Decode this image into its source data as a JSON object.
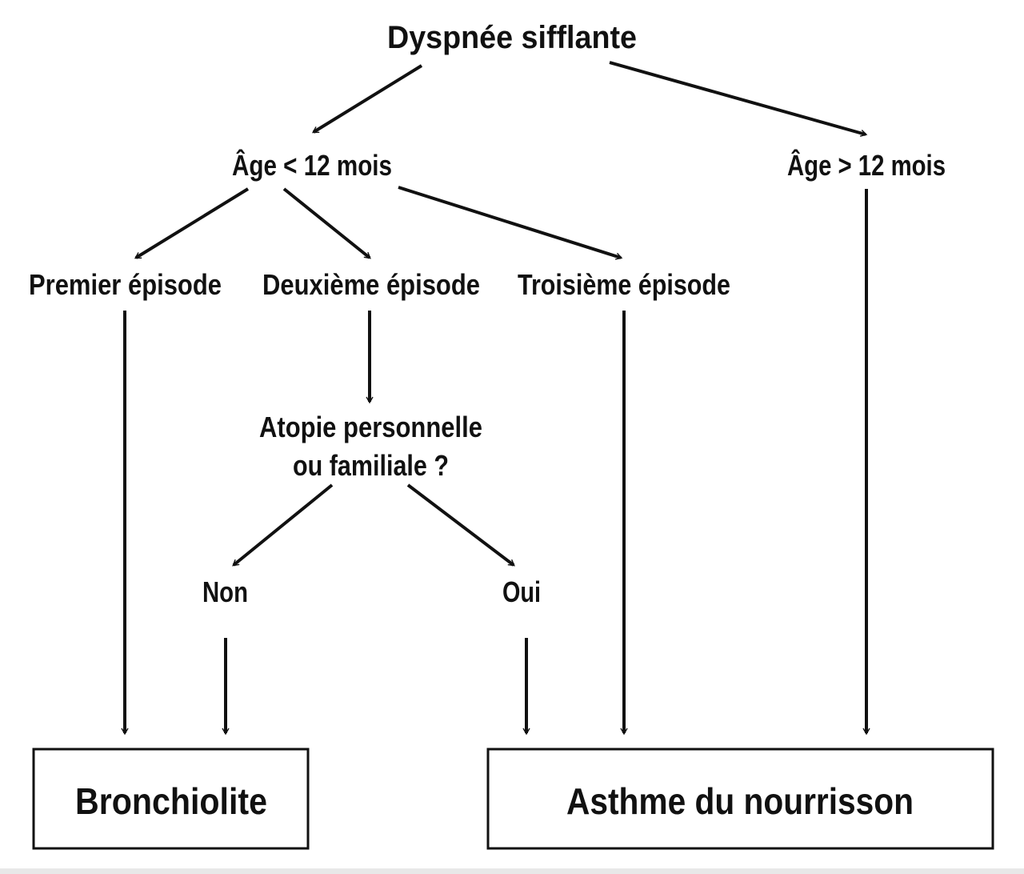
{
  "diagram": {
    "root": "Dyspnée sifflante",
    "age_under": "Âge < 12 mois",
    "age_over": "Âge > 12 mois",
    "first_episode": "Premier épisode",
    "second_episode": "Deuxième épisode",
    "third_episode": "Troisième épisode",
    "atopy_line1": "Atopie personnelle",
    "atopy_line2": "ou familiale ?",
    "no": "Non",
    "yes": "Oui",
    "outcome_bronchiolitis": "Bronchiolite",
    "outcome_asthma": "Asthme du nourrisson"
  }
}
